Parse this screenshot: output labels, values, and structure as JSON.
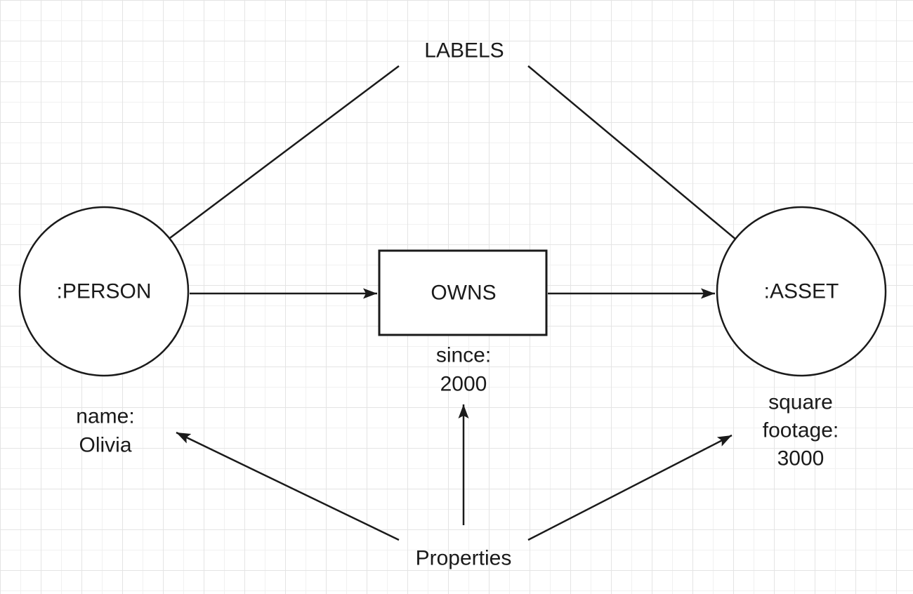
{
  "theme": {
    "bg_color": "#ffffff",
    "grid_minor_color": "#f1f1f1",
    "grid_major_color": "#e4e4e4",
    "line_color": "#1a1a1a",
    "text_color": "#1a1a1a"
  },
  "annotations": {
    "labels": {
      "text": "LABELS"
    },
    "properties": {
      "text": "Properties"
    }
  },
  "nodes": {
    "person": {
      "label": ":PERSON"
    },
    "asset": {
      "label": ":ASSET"
    }
  },
  "relationship": {
    "label": "OWNS"
  },
  "properties": {
    "person": {
      "lines": [
        "name:",
        "Olivia"
      ]
    },
    "relationship": {
      "lines": [
        "since:",
        "2000"
      ]
    },
    "asset": {
      "lines": [
        "square",
        "footage:",
        "3000"
      ]
    }
  }
}
